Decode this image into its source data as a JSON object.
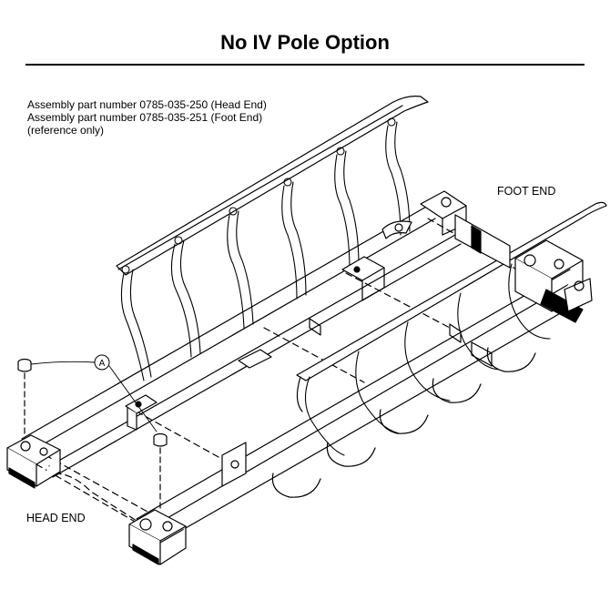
{
  "title": "No IV Pole Option",
  "notes": [
    "Assembly part number 0785-035-250 (Head End)",
    "Assembly part number 0785-035-251 (Foot End)",
    "(reference only)"
  ],
  "labels": {
    "foot_end": "FOOT END",
    "head_end": "HEAD END",
    "callout_a": "A"
  }
}
